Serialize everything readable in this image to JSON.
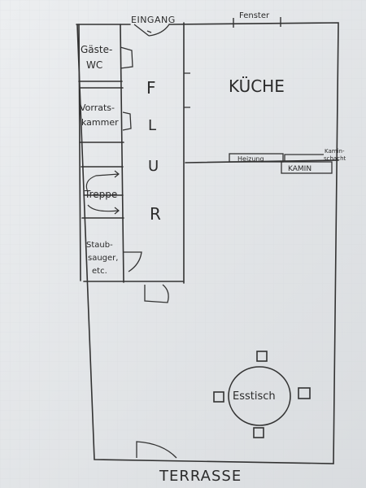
{
  "plan": {
    "entrance": "EINGANG",
    "window": "Fenster",
    "rooms": {
      "guest_wc": [
        "Gäste-",
        "WC"
      ],
      "pantry": [
        "Vorrats-",
        "kammer"
      ],
      "stairs": "Treppe",
      "storage": [
        "Staub-",
        "sauger,",
        "etc."
      ],
      "hall": [
        "F",
        "L",
        "U",
        "R"
      ],
      "kitchen": "KÜCHE"
    },
    "heating": "Heizung",
    "fireplace": "KAMIN",
    "chimney": [
      "Kamin-",
      "schacht"
    ],
    "dining_table": "Esstisch",
    "terrace": "TERRASSE"
  }
}
